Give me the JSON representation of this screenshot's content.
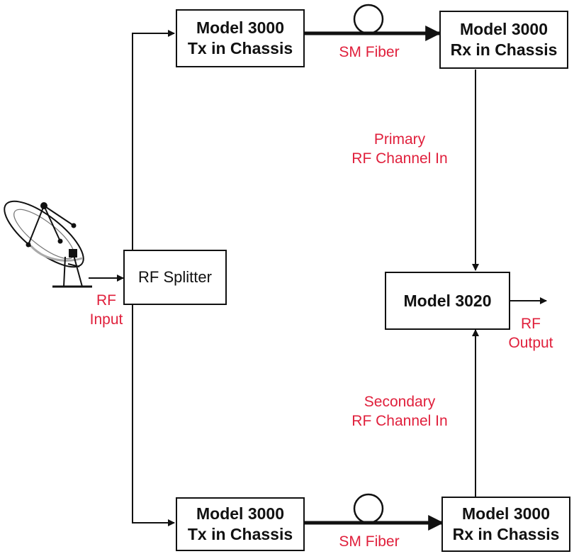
{
  "blocks": {
    "tx_top": {
      "line1": "Model 3000",
      "line2": "Tx in Chassis"
    },
    "rx_top": {
      "line1": "Model 3000",
      "line2": "Rx in Chassis"
    },
    "tx_bottom": {
      "line1": "Model 3000",
      "line2": "Tx in Chassis"
    },
    "rx_bottom": {
      "line1": "Model 3000",
      "line2": "Rx in Chassis"
    },
    "splitter": {
      "label": "RF Splitter"
    },
    "model3020": {
      "label": "Model 3020"
    }
  },
  "labels": {
    "fiber_top": "SM Fiber",
    "fiber_bottom": "SM Fiber",
    "rf_input": {
      "line1": "RF",
      "line2": "Input"
    },
    "primary": {
      "line1": "Primary",
      "line2": "RF Channel In"
    },
    "secondary": {
      "line1": "Secondary",
      "line2": "RF Channel In"
    },
    "rf_output": {
      "line1": "RF",
      "line2": "Output"
    }
  },
  "colors": {
    "label": "#e0203c",
    "line": "#111111"
  },
  "icons": {
    "antenna": "satellite-dish-icon"
  }
}
